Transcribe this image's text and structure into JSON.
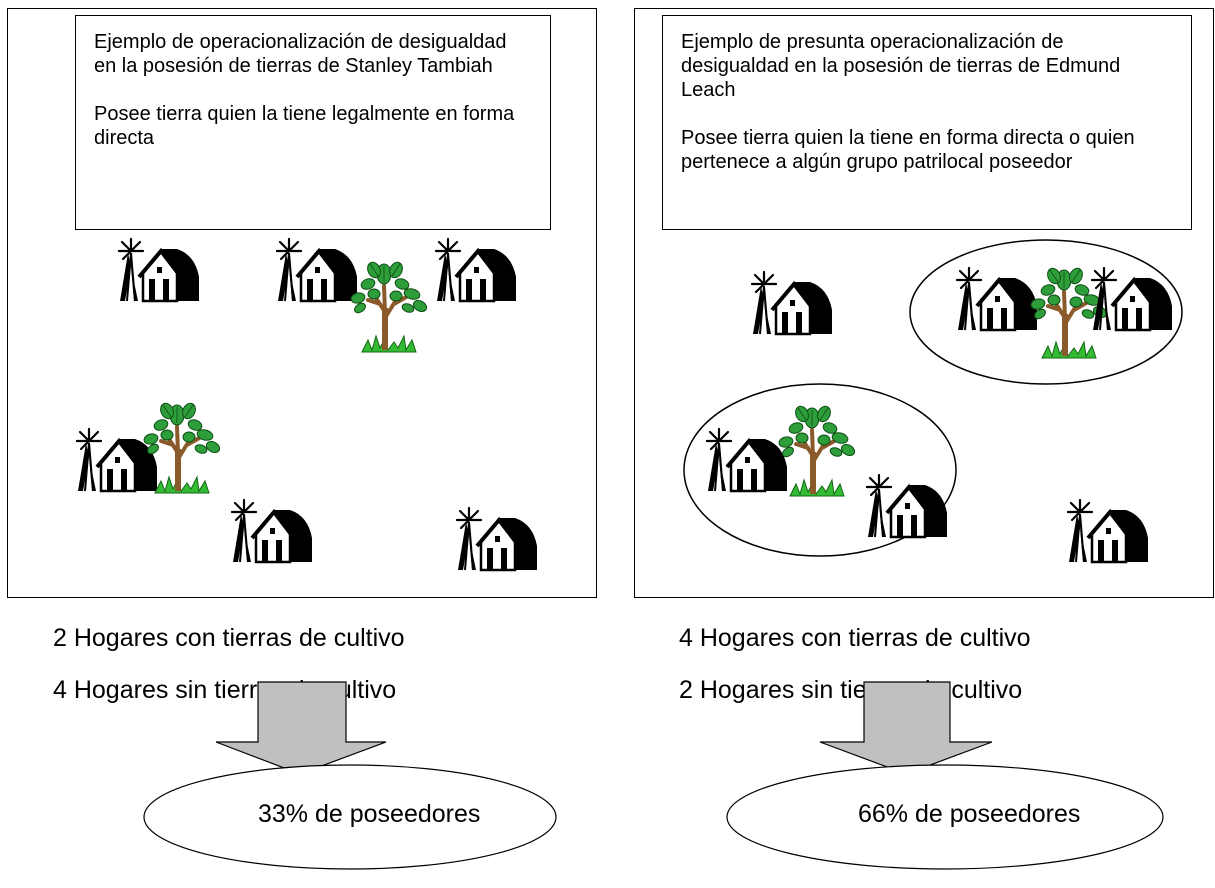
{
  "left": {
    "box_title": "Ejemplo de operacionalización de desigualdad en la posesión de tierras de Stanley Tambiah",
    "box_rule": "Posee tierra quien la tiene legalmente en forma directa",
    "with_land": "2 Hogares con tierras de cultivo",
    "without_land": "4 Hogares sin tierras de cultivo",
    "result": "33% de poseedores"
  },
  "right": {
    "box_title": "Ejemplo de presunta operacionalización de desigualdad en la posesión de tierras de Edmund Leach",
    "box_rule": "Posee tierra quien la tiene en forma directa o quien pertenece a algún grupo patrilocal poseedor",
    "with_land": "4 Hogares con tierras de cultivo",
    "without_land": "2 Hogares sin tierras de cultivo",
    "result": "66% de poseedores"
  },
  "icons": {
    "household": "farm-house-windmill-icon",
    "land": "tree-icon"
  },
  "colors": {
    "arrow_fill": "#c0c0c0",
    "tree_trunk": "#8b5a2b",
    "leaf_green": "#2e9e3a",
    "grass_green": "#33bb33"
  }
}
